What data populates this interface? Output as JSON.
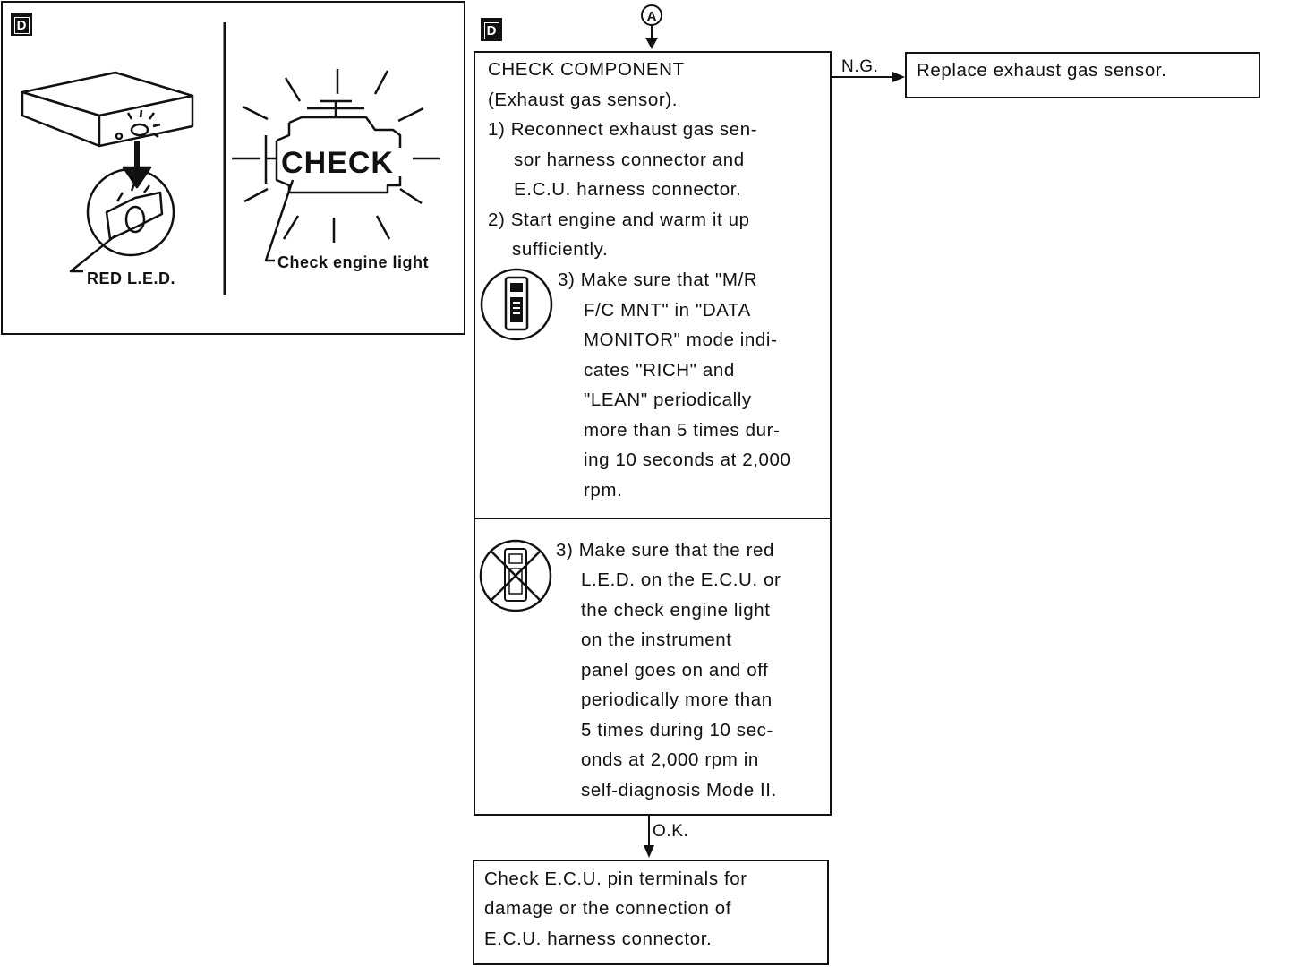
{
  "illustration": {
    "badge": "D",
    "red_led_label": "RED L.E.D.",
    "check_word": "CHECK",
    "check_engine_label": "Check engine light"
  },
  "flow": {
    "badge": "D",
    "connector_symbol": "A",
    "step1": {
      "lines": [
        "CHECK COMPONENT",
        "(Exhaust gas sensor).",
        "1) Reconnect exhaust gas sen-",
        "sor harness connector and",
        "E.C.U. harness connector.",
        "2) Start engine and warm it up",
        "sufficiently."
      ],
      "consult_lines": [
        "3) Make sure that \"M/R",
        "F/C MNT\" in \"DATA",
        "MONITOR\" mode indi-",
        "cates \"RICH\" and",
        "\"LEAN\" periodically",
        "more than 5 times dur-",
        "ing 10 seconds at 2,000",
        "rpm."
      ],
      "no_consult_lines": [
        "3) Make sure that the red",
        "L.E.D. on the E.C.U. or",
        "the check engine light",
        "on the instrument",
        "panel goes on and off",
        "periodically more than",
        "5 times during 10 sec-",
        "onds at 2,000 rpm in",
        "self-diagnosis Mode II."
      ],
      "consult_icon": "consult-tester-icon",
      "no_consult_icon": "no-consult-tester-icon"
    },
    "ng_label": "N.G.",
    "ng_result": "Replace exhaust gas sensor.",
    "ok_label": "O.K.",
    "ok_result_lines": [
      "Check E.C.U. pin terminals for",
      "damage or the connection of",
      "E.C.U. harness connector."
    ]
  }
}
